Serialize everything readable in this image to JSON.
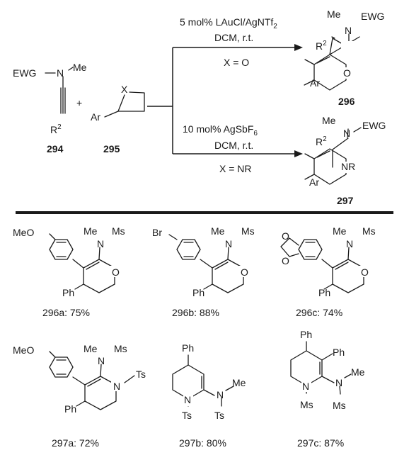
{
  "scheme": {
    "reactant_alkyne": {
      "ewg": "EWG",
      "n": "N",
      "me": "Me",
      "r2": "R",
      "r2_sup": "2",
      "label": "294"
    },
    "plus": "+",
    "reactant_ring": {
      "x": "X",
      "ar": "Ar",
      "label": "295"
    },
    "top_conditions": {
      "line1": "5 mol%  LAuCl/AgNTf",
      "line1_sub": "2",
      "line2": "DCM, r.t.",
      "line3": "X = O"
    },
    "bottom_conditions": {
      "line1": "10 mol% AgSbF",
      "line1_sub": "6",
      "line2": "DCM, r.t.",
      "line3": "X = NR"
    },
    "product_top": {
      "me": "Me",
      "n": "N",
      "ewg": "EWG",
      "r2": "R",
      "r2_sup": "2",
      "o": "O",
      "ar": "Ar",
      "label": "296"
    },
    "product_bottom": {
      "me": "Me",
      "n": "N",
      "ewg": "EWG",
      "r2": "R",
      "r2_sup": "2",
      "nr": "NR",
      "ar": "Ar",
      "label": "297"
    }
  },
  "examples": [
    {
      "id": "296a",
      "yield": ": 75%",
      "substituent": "MeO",
      "me": "Me",
      "n": "N",
      "ms": "Ms",
      "o": "O",
      "ph": "Ph"
    },
    {
      "id": "296b",
      "yield": ": 88%",
      "substituent": "Br",
      "me": "Me",
      "n": "N",
      "ms": "Ms",
      "o": "O",
      "ph": "Ph"
    },
    {
      "id": "296c",
      "yield": ": 74%",
      "o1": "O",
      "o2": "O",
      "me": "Me",
      "n": "N",
      "ms": "Ms",
      "o": "O",
      "ph": "Ph"
    },
    {
      "id": "297a",
      "yield": ": 72%",
      "substituent": "MeO",
      "me": "Me",
      "n": "N",
      "ms": "Ms",
      "ring_n": "N",
      "ts": "Ts",
      "ph": "Ph"
    },
    {
      "id": "297b",
      "yield": ": 80%",
      "ph": "Ph",
      "ring_n": "N",
      "n": "N",
      "me": "Me",
      "ts1": "Ts",
      "ts2": "Ts"
    },
    {
      "id": "297c",
      "yield": ": 87%",
      "ph1": "Ph",
      "ph2": "Ph",
      "ring_n": "N",
      "n": "N",
      "me": "Me",
      "ms1": "Ms",
      "ms2": "Ms"
    }
  ]
}
